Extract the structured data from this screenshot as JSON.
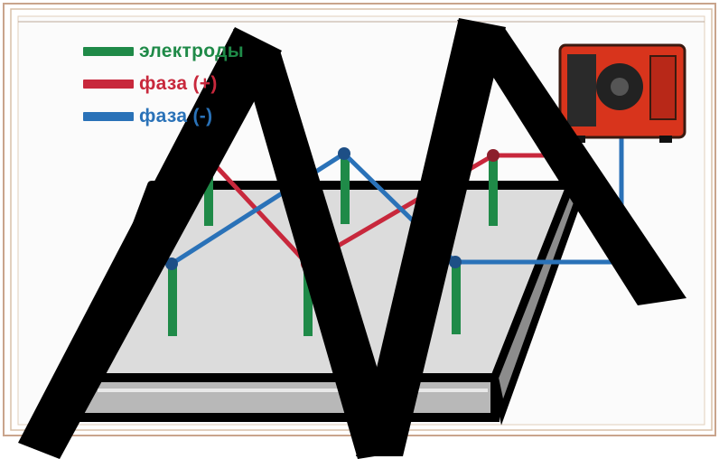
{
  "legend": [
    {
      "label": "электроды",
      "color": "#1f8a48"
    },
    {
      "label": "фаза (+)",
      "color": "#c8283c"
    },
    {
      "label": "фаза (-)",
      "color": "#2a72b8"
    }
  ],
  "colors": {
    "electrode": "#1f8a48",
    "phase_plus": "#c8283c",
    "phase_minus": "#2a72b8",
    "frame_outer": "#c9a48c",
    "frame_inner": "#d8c0a8",
    "slab_top": "#dcdcdc",
    "slab_side": "#bdbdbd",
    "outline": "#000000",
    "device_body": "#d8341c",
    "device_dark": "#2a2a2a"
  },
  "icons": {
    "transformer": "welding-transformer-icon",
    "watermark": "diagonal-stroke-watermark"
  }
}
